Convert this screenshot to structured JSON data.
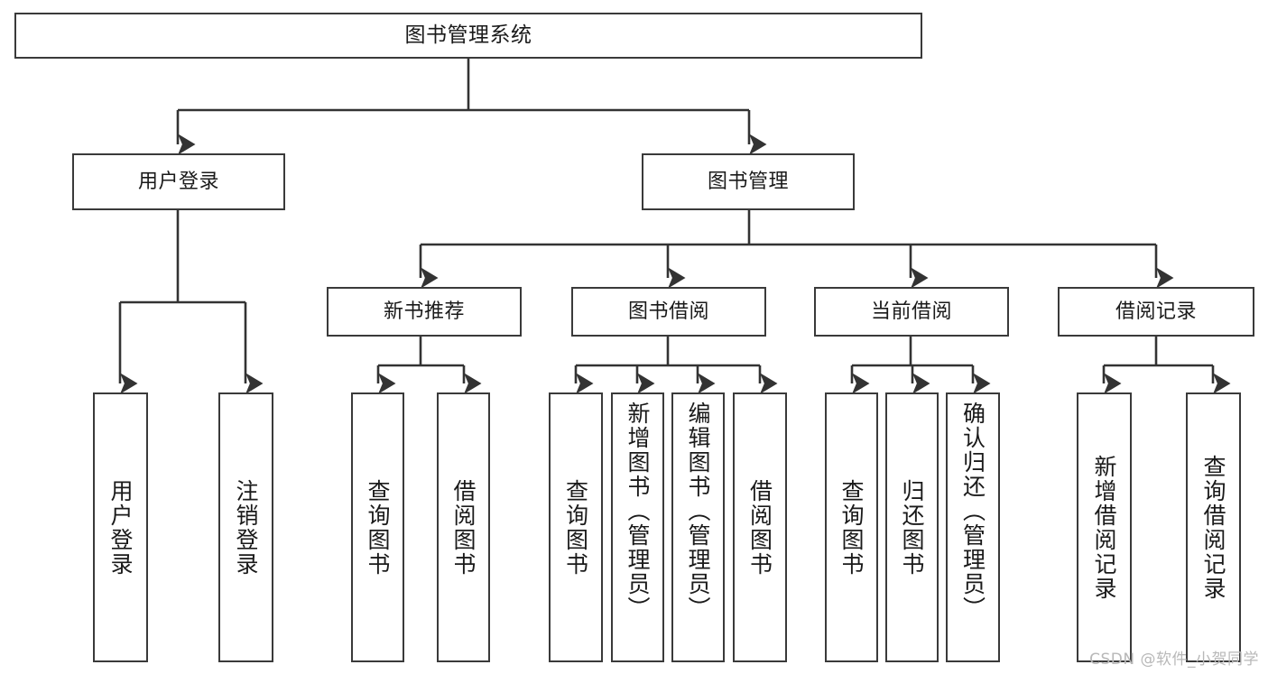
{
  "diagram": {
    "title": "图书管理系统",
    "type": "tree",
    "watermark": "CSDN @软件_小贺同学",
    "colors": {
      "box_border": "#3a3a3a",
      "box_fill": "#ffffff",
      "edge": "#333333",
      "text": "#1a1a1a",
      "watermark": "#b8b8b8",
      "background": "#ffffff"
    },
    "nodes": {
      "root": {
        "label": "图书管理系统"
      },
      "level2": [
        {
          "id": "user-login",
          "label": "用户登录"
        },
        {
          "id": "book-manage",
          "label": "图书管理"
        }
      ],
      "level3": [
        {
          "id": "new-book-recommend",
          "label": "新书推荐"
        },
        {
          "id": "book-borrow",
          "label": "图书借阅"
        },
        {
          "id": "current-borrow",
          "label": "当前借阅"
        },
        {
          "id": "borrow-record",
          "label": "借阅记录"
        }
      ],
      "leaves": {
        "user-login": [
          {
            "id": "leaf-user-login",
            "label": "用户登录"
          },
          {
            "id": "leaf-user-logout",
            "label": "注销登录"
          }
        ],
        "new-book-recommend": [
          {
            "id": "leaf-query-book-1",
            "label": "查询图书"
          },
          {
            "id": "leaf-borrow-book-1",
            "label": "借阅图书"
          }
        ],
        "book-borrow": [
          {
            "id": "leaf-query-book-2",
            "label": "查询图书"
          },
          {
            "id": "leaf-add-book",
            "label": "新增图书（管理员）"
          },
          {
            "id": "leaf-edit-book",
            "label": "编辑图书（管理员）"
          },
          {
            "id": "leaf-borrow-book-2",
            "label": "借阅图书"
          }
        ],
        "current-borrow": [
          {
            "id": "leaf-query-book-3",
            "label": "查询图书"
          },
          {
            "id": "leaf-return-book",
            "label": "归还图书"
          },
          {
            "id": "leaf-confirm-return",
            "label": "确认归还（管理员）"
          }
        ],
        "borrow-record": [
          {
            "id": "leaf-add-record",
            "label": "新增借阅记录"
          },
          {
            "id": "leaf-query-record",
            "label": "查询借阅记录"
          }
        ]
      }
    }
  }
}
